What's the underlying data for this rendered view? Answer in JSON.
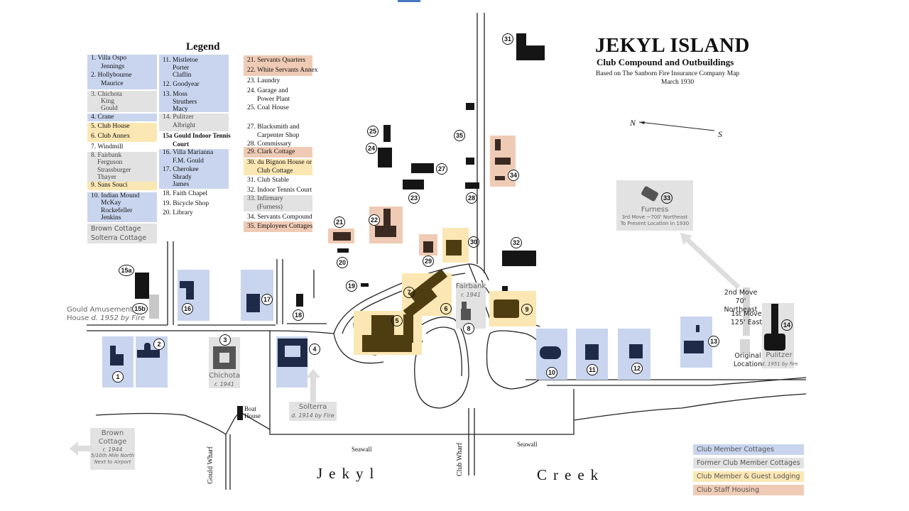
{
  "title": {
    "main": "JEKYL ISLAND",
    "sub": "Club Compound and Outbuildings",
    "source": "Based on The Sanborn Fire Insurance Company Map",
    "date": "March 1930"
  },
  "compass": {
    "north": "N",
    "south": "S"
  },
  "legend": {
    "heading": "Legend",
    "col1": [
      {
        "lines": [
          "1. Villa Ospo",
          "Jennings"
        ]
      },
      {
        "lines": [
          "2. Hollybourne",
          "Maurice"
        ]
      },
      {
        "lines": [
          "3. Chichota",
          "King",
          "Gould"
        ]
      },
      {
        "lines": [
          "4. Crane"
        ]
      },
      {
        "lines": [
          "5. Club House"
        ]
      },
      {
        "lines": [
          "6. Club Annex"
        ]
      },
      {
        "lines": [
          "7. Windmill"
        ]
      },
      {
        "lines": [
          "8. Fairbank",
          "Ferguson",
          "Strassburger",
          "Thayer"
        ]
      },
      {
        "lines": [
          "9. Sans Souci"
        ]
      },
      {
        "lines": [
          "10. Indian Mound",
          "McKay",
          "Rockefeller",
          "Jenkins"
        ]
      },
      {
        "lines": [
          "Brown Cottage",
          "Solterra Cottage"
        ]
      }
    ],
    "col2": [
      {
        "lines": [
          "11. Mistletoe",
          "Porter",
          "Claflin"
        ]
      },
      {
        "lines": [
          "12. Goodyear"
        ]
      },
      {
        "lines": [
          "13. Moss",
          "Struthers",
          "Macy"
        ]
      },
      {
        "lines": [
          "14. Pulitzer",
          "Albright"
        ]
      },
      {
        "lines": [
          "15a Gould Indoor Tennis",
          "Court"
        ]
      },
      {
        "lines": [
          "16. Villa Marianna",
          "F.M. Gould"
        ]
      },
      {
        "lines": [
          "17. Cherokee",
          "Shrady",
          "James"
        ]
      },
      {
        "lines": [
          "18. Faith Chapel"
        ]
      },
      {
        "lines": [
          "19. Bicycle Shop"
        ]
      },
      {
        "lines": [
          "20. Library"
        ]
      }
    ],
    "col3": [
      {
        "lines": [
          "21. Servants Quarters"
        ]
      },
      {
        "lines": [
          "22. White Servants Annex"
        ]
      },
      {
        "lines": [
          "23. Laundry"
        ]
      },
      {
        "lines": [
          "24. Garage and",
          "Power Plant"
        ]
      },
      {
        "lines": [
          "25. Coal House"
        ]
      },
      {
        "lines": [
          "27. Blacksmith and",
          "Carpenter Shop"
        ]
      },
      {
        "lines": [
          "28. Commissary"
        ]
      },
      {
        "lines": [
          "29. Clark Cottage"
        ]
      },
      {
        "lines": [
          "30. du Bignon House or",
          "Club Cottage"
        ]
      },
      {
        "lines": [
          "31. Club Stable"
        ]
      },
      {
        "lines": [
          "32. Indoor Tennis Court"
        ]
      },
      {
        "lines": [
          "33. Infirmary",
          "(Furness)"
        ]
      },
      {
        "lines": [
          "34. Servants Compound"
        ]
      },
      {
        "lines": [
          "35. Employees Cottages"
        ]
      }
    ]
  },
  "key": [
    {
      "label": "Club Member Cottages",
      "color": "#c9d5ee"
    },
    {
      "label": "Former Club Member Cottages",
      "color": "#e2e2e2"
    },
    {
      "label": "Club Member & Guest Lodging",
      "color": "#fbe7b3"
    },
    {
      "label": "Club Staff Housing",
      "color": "#efcbb5"
    }
  ],
  "markers": {
    "m1": "1",
    "m2": "2",
    "m3": "3",
    "m4": "4",
    "m5": "5",
    "m6": "6",
    "m7": "7",
    "m8": "8",
    "m9": "9",
    "m10": "10",
    "m11": "11",
    "m12": "12",
    "m13": "13",
    "m14": "14",
    "m15a": "15a",
    "m15b": "15b",
    "m16": "16",
    "m17": "17",
    "m18": "18",
    "m19": "19",
    "m20": "20",
    "m21": "21",
    "m22": "22",
    "m23": "23",
    "m24": "24",
    "m25": "25",
    "m27": "27",
    "m28": "28",
    "m29": "29",
    "m30": "30",
    "m31": "31",
    "m32": "32",
    "m33": "33",
    "m34": "34",
    "m35": "35"
  },
  "notes": {
    "gould_amusement": {
      "name": "Gould Amusement",
      "line2": "House",
      "fate": "d. 1952 by Fire"
    },
    "chichota": {
      "name": "Chichota",
      "fate": "r. 1941"
    },
    "solterra": {
      "name": "Solterra",
      "fate": "d. 1914 by Fire"
    },
    "brown": {
      "name": "Brown",
      "name2": "Cottage",
      "fate": "r. 1944",
      "detail1": "5/10th Mile North",
      "detail2": "Next to Airport"
    },
    "fairbank": {
      "name": "Fairbank",
      "fate": "r. 1941"
    },
    "furness": {
      "name": "Furness",
      "detail1": "3rd Move ~700' Northeast",
      "detail2": "To Present Location In 1930"
    },
    "move2": {
      "line1": "2nd Move",
      "line2": "70' Northeast"
    },
    "move1": {
      "line1": "1st Move",
      "line2": "125' East"
    },
    "original": {
      "line1": "Original",
      "line2": "Location"
    },
    "pulitzer": {
      "name": "Pulitzer",
      "fate": "d. 1951 by fire"
    }
  },
  "places": {
    "boat_house": [
      "Boat",
      "House"
    ],
    "gould_wharf": "Gould Wharf",
    "club_wharf": "Club Wharf",
    "seawall_left": "Seawall",
    "seawall_right": "Seawall",
    "water_left": "Jekyl",
    "water_right": "Creek"
  }
}
